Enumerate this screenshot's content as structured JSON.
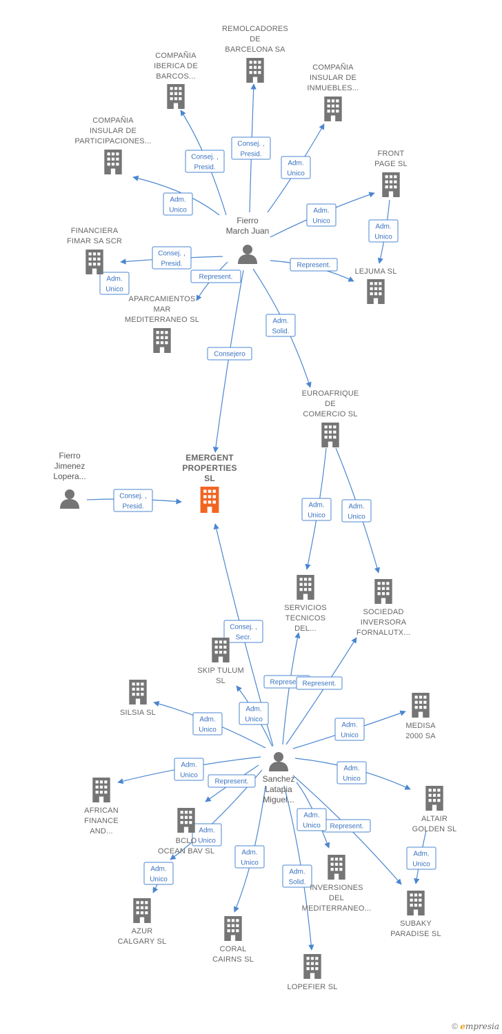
{
  "colors": {
    "company": "#757575",
    "focus": "#f26522",
    "person": "#757575",
    "edge": "#4a86d0"
  },
  "focus_company": {
    "lines": [
      "EMERGENT",
      "PROPERTIES",
      "SL"
    ]
  },
  "companies": {
    "remolcadores": {
      "lines": [
        "REMOLCADORES",
        "DE",
        "BARCELONA SA"
      ]
    },
    "iberica": {
      "lines": [
        "COMPAÑIA",
        "IBERICA DE",
        "BARCOS..."
      ]
    },
    "insular_inmuebles": {
      "lines": [
        "COMPAÑIA",
        "INSULAR DE",
        "INMUEBLES..."
      ]
    },
    "insular_participaciones": {
      "lines": [
        "COMPAÑIA",
        "INSULAR DE",
        "PARTICIPACIONES..."
      ]
    },
    "front_page": {
      "lines": [
        "FRONT",
        "PAGE SL"
      ]
    },
    "financiera_fimar": {
      "lines": [
        "FINANCIERA",
        "FIMAR SA SCR"
      ]
    },
    "lejuma": {
      "lines": [
        "LEJUMA SL"
      ]
    },
    "aparcamientos": {
      "lines": [
        "APARCAMIENTOS",
        "MAR",
        "MEDITERRANEO SL"
      ]
    },
    "euroafrique": {
      "lines": [
        "EUROAFRIQUE",
        "DE",
        "COMERCIO SL"
      ]
    },
    "servicios_tecnicos": {
      "lines": [
        "SERVICIOS",
        "TECNICOS",
        "DEL..."
      ]
    },
    "sociedad_inversora": {
      "lines": [
        "SOCIEDAD",
        "INVERSORA",
        "FORNALUTX..."
      ]
    },
    "skip_tulum": {
      "lines": [
        "SKIP TULUM",
        "SL"
      ]
    },
    "silsia": {
      "lines": [
        "SILSIA SL"
      ]
    },
    "medisa": {
      "lines": [
        "MEDISA",
        "2000 SA"
      ]
    },
    "african_finance": {
      "lines": [
        "AFRICAN",
        "FINANCE",
        "AND..."
      ]
    },
    "bclo_ocean": {
      "lines": [
        "BCLO",
        "OCEAN BAV SL"
      ]
    },
    "altair_golden": {
      "lines": [
        "ALTAIR",
        "GOLDEN SL"
      ]
    },
    "inversiones_med": {
      "lines": [
        "INVERSIONES",
        "DEL",
        "MEDITERRANEO..."
      ]
    },
    "azur_calgary": {
      "lines": [
        "AZUR",
        "CALGARY SL"
      ]
    },
    "subaky_paradise": {
      "lines": [
        "SUBAKY",
        "PARADISE SL"
      ]
    },
    "coral_cairns": {
      "lines": [
        "CORAL",
        "CAIRNS SL"
      ]
    },
    "lopefier": {
      "lines": [
        "LOPEFIER SL"
      ]
    }
  },
  "persons": {
    "fierro_march": {
      "lines": [
        "Fierro",
        "March Juan"
      ]
    },
    "fierro_jimenez": {
      "lines": [
        "Fierro",
        "Jimenez",
        "Lopera..."
      ]
    },
    "sanchez_latapia": {
      "lines": [
        "Sanchez",
        "Latapia",
        "Miguel..."
      ]
    }
  },
  "edges": [
    {
      "id": "e1",
      "lines": [
        "Consej. ,",
        "Presid."
      ]
    },
    {
      "id": "e2",
      "lines": [
        "Consej. ,",
        "Presid."
      ]
    },
    {
      "id": "e3",
      "lines": [
        "Adm.",
        "Unico"
      ]
    },
    {
      "id": "e4",
      "lines": [
        "Adm.",
        "Unico"
      ]
    },
    {
      "id": "e5",
      "lines": [
        "Adm.",
        "Unico"
      ]
    },
    {
      "id": "e6",
      "lines": [
        "Adm.",
        "Unico"
      ]
    },
    {
      "id": "e7",
      "lines": [
        "Consej. ,",
        "Presid."
      ]
    },
    {
      "id": "e8",
      "lines": [
        "Adm.",
        "Unico"
      ]
    },
    {
      "id": "e9",
      "lines": [
        "Represent."
      ]
    },
    {
      "id": "e10",
      "lines": [
        "Represent."
      ]
    },
    {
      "id": "e11",
      "lines": [
        "Adm.",
        "Solid."
      ]
    },
    {
      "id": "e12",
      "lines": [
        "Consejero"
      ]
    },
    {
      "id": "e13",
      "lines": [
        "Consej. ,",
        "Presid."
      ]
    },
    {
      "id": "e14",
      "lines": [
        "Adm.",
        "Unico"
      ]
    },
    {
      "id": "e15",
      "lines": [
        "Adm.",
        "Unico"
      ]
    },
    {
      "id": "e16",
      "lines": [
        "Consej. ,",
        "Secr."
      ]
    },
    {
      "id": "e17",
      "lines": [
        "Represent."
      ]
    },
    {
      "id": "e18",
      "lines": [
        "Represent."
      ]
    },
    {
      "id": "e19",
      "lines": [
        "Adm.",
        "Unico"
      ]
    },
    {
      "id": "e20",
      "lines": [
        "Adm.",
        "Unico"
      ]
    },
    {
      "id": "e21",
      "lines": [
        "Adm.",
        "Unico"
      ]
    },
    {
      "id": "e22",
      "lines": [
        "Adm.",
        "Unico"
      ]
    },
    {
      "id": "e23",
      "lines": [
        "Adm.",
        "Unico"
      ]
    },
    {
      "id": "e24",
      "lines": [
        "Represent."
      ]
    },
    {
      "id": "e25",
      "lines": [
        "Adm.",
        "Unico"
      ]
    },
    {
      "id": "e26",
      "lines": [
        "Adm.",
        "Unico"
      ]
    },
    {
      "id": "e27",
      "lines": [
        "Represent."
      ]
    },
    {
      "id": "e28",
      "lines": [
        "Adm.",
        "Unico"
      ]
    },
    {
      "id": "e29",
      "lines": [
        "Adm.",
        "Unico"
      ]
    },
    {
      "id": "e30",
      "lines": [
        "Adm.",
        "Unico"
      ]
    },
    {
      "id": "e31",
      "lines": [
        "Adm.",
        "Solid."
      ]
    }
  ],
  "footer": {
    "copyright": "©",
    "brand_initial": "e",
    "brand_rest": "mpresia"
  }
}
